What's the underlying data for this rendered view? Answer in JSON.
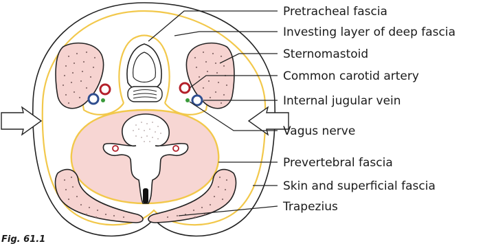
{
  "labels": {
    "pretracheal": "Pretracheal fascia",
    "investing": "Investing layer of deep fascia",
    "sternomastoid": "Sternomastoid",
    "carotid": "Common carotid artery",
    "jugular": "Internal jugular vein",
    "vagus": "Vagus nerve",
    "prevertebral": "Prevertebral fascia",
    "skin": "Skin and superficial fascia",
    "trapezius": "Trapezius"
  },
  "figure_label": "Fig. 61.1",
  "colors": {
    "fascia": "#f2c84b",
    "muscle": "#f6d3d0",
    "muscle_dots": "#8a6c6c",
    "prevertebral_fill": "#f7d6d3",
    "artery_ring": "#b3202a",
    "vein_ring": "#2f4e8f",
    "nerve": "#3a9a3a",
    "outline": "#222222"
  },
  "icons": {
    "left_arrow": "hollow-arrow-right",
    "right_arrow": "hollow-arrow-left"
  }
}
